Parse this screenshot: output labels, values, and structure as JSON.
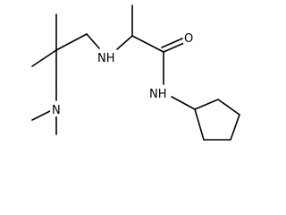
{
  "labels": {
    "amine_nh": "NH",
    "carbonyl_o": "O",
    "amide_nh": "NH",
    "dimethylamino_n": "N"
  },
  "colors": {
    "bond": "#000000",
    "text": "#000000",
    "background": "#ffffff"
  }
}
